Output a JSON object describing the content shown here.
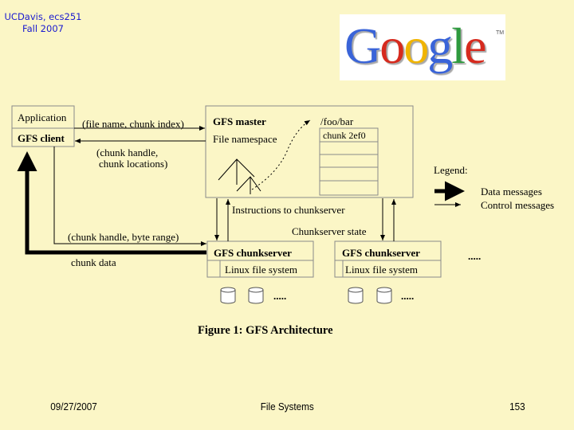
{
  "header": {
    "course_line1": "UCDavis, ecs251",
    "course_line2": "Fall 2007",
    "logo": {
      "letters": [
        "G",
        "o",
        "o",
        "g",
        "l",
        "e"
      ],
      "letter_colors": [
        "#3a64d8",
        "#d62a1e",
        "#f0b400",
        "#3a64d8",
        "#2e9a3e",
        "#d62a1e"
      ],
      "trademark": "TM"
    }
  },
  "diagram": {
    "application": "Application",
    "gfs_client": "GFS client",
    "request_label": "(file name, chunk index)",
    "reply_label_line1": "(chunk handle,",
    "reply_label_line2": "chunk locations)",
    "gfs_master": "GFS master",
    "file_namespace": "File namespace",
    "path": "/foo/bar",
    "chunk_id": "chunk 2ef0",
    "legend_title": "Legend:",
    "legend_data": "Data messages",
    "legend_control": "Control messages",
    "instructions": "Instructions to chunkserver",
    "chunkserver_state": "Chunkserver state",
    "byte_range_label": "(chunk handle, byte range)",
    "chunk_data": "chunk data",
    "chunkserver_title": "GFS chunkserver",
    "linux_fs": "Linux file system",
    "ellipsis": ".....",
    "figure_caption": "Figure 1:  GFS Architecture"
  },
  "footer": {
    "date": "09/27/2007",
    "title": "File Systems",
    "page": "153"
  }
}
